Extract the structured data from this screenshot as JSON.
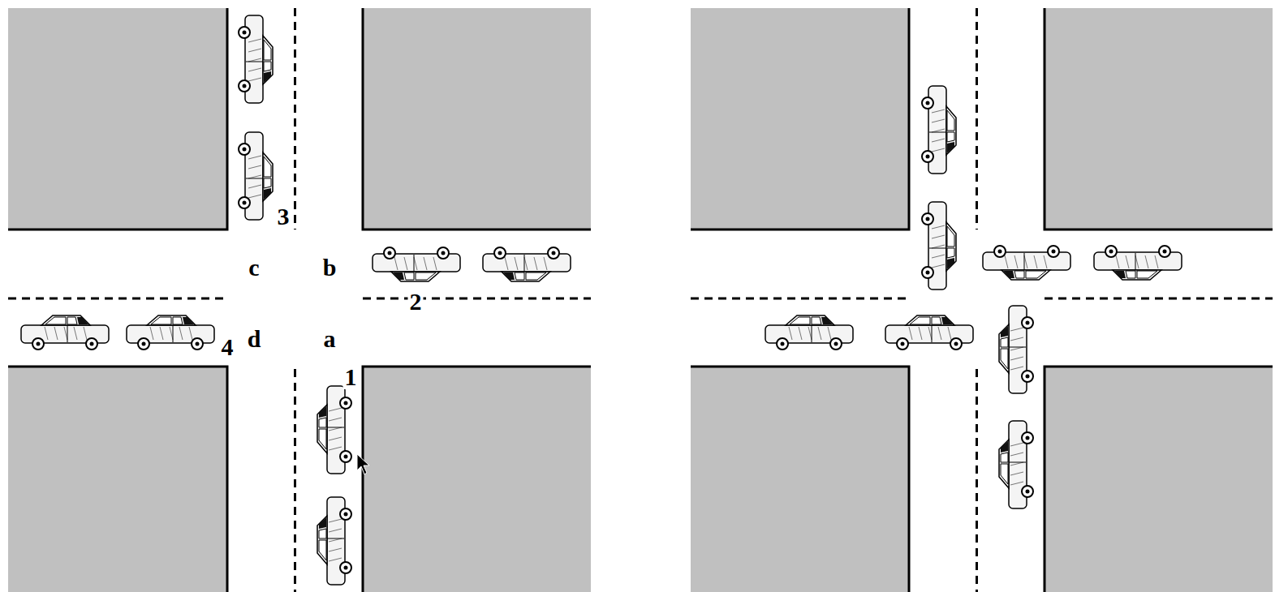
{
  "diagram": {
    "labels": [
      "3",
      "c",
      "b",
      "2",
      "4",
      "d",
      "a",
      "1"
    ]
  }
}
